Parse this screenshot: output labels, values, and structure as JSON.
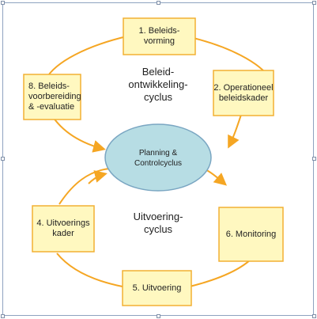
{
  "colors": {
    "arrow": "#f5a623",
    "box_fill": "#fff8c0",
    "box_border": "#f2b033",
    "ellipse_fill": "#b7dde4",
    "ellipse_border": "#7aa6c2",
    "frame_border": "#8fa3c0"
  },
  "diagram": {
    "boxes": [
      {
        "id": "beleidsvorming",
        "label": "1. Beleids-\nvorming"
      },
      {
        "id": "operationeel-beleidskader",
        "label": "2. Operationeel\nbeleidskader"
      },
      {
        "id": "beleidsvoorbereiding-evaluatie",
        "label": "8. Beleids-\nvoorbereiding\n& -evaluatie"
      },
      {
        "id": "uitvoeringskader",
        "label": "4. Uitvoerings\nkader"
      },
      {
        "id": "monitoring",
        "label": "6. Monitoring"
      },
      {
        "id": "uitvoering",
        "label": "5. Uitvoering"
      }
    ],
    "center": {
      "label": "Planning &\nControlcyclus"
    },
    "cycles": {
      "upper": "Beleid-\nontwikkeling-\ncyclus",
      "lower": "Uitvoering-\ncyclus"
    }
  }
}
